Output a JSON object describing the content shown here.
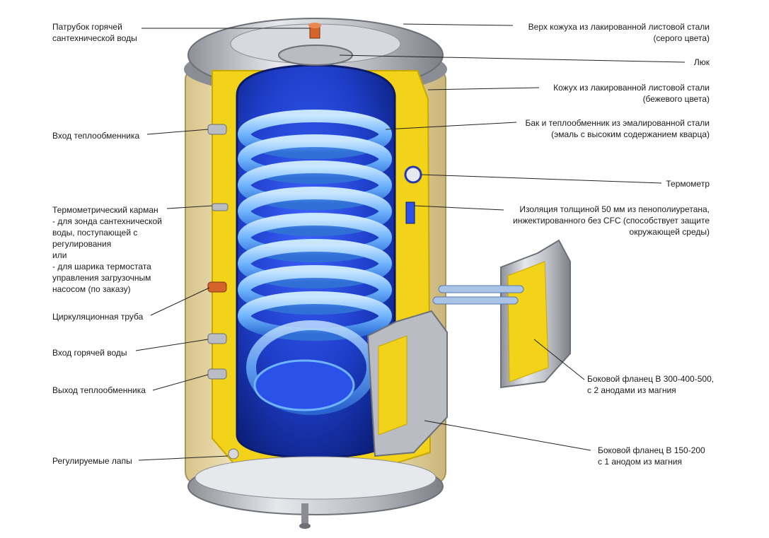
{
  "labels": {
    "hot_water_outlet": "Патрубок горячей\nсантехнической воды",
    "top_cover": "Верх кожуха из лакированной листовой стали\n(серого цвета)",
    "hatch": "Люк",
    "casing": "Кожух из лакированной листовой стали\n(бежевого цвета)",
    "tank": "Бак и теплообменник из эмалированной стали\n(эмаль с высоким содержанием кварца)",
    "thermometer": "Термометр",
    "insulation": "Изоляция толщиной 50 мм из пенополиуретана,\nинжектированного без CFC (способствует защите\nокружающей среды)",
    "hx_inlet": "Вход теплообменника",
    "thermo_pocket": "Термометрический карман\n- для зонда сантехнической\n  воды, поступающей с\n  регулирования\nили\n- для шарика термостата\n  управления загрузочным\n  насосом (по заказу)",
    "circulation_pipe": "Циркуляционная труба",
    "hot_water_inlet": "Вход горячей воды",
    "hx_outlet": "Выход теплообменника",
    "side_flange_large": "Боковой фланец B 300-400-500,\nс 2 анодами из магния",
    "side_flange_small": "Боковой фланец B 150-200\nс 1 анодом из магния",
    "feet": "Регулируемые лапы"
  },
  "colors": {
    "casing": "#efe3b8",
    "insulation": "#f2d31a",
    "tank": "#1e3ec8",
    "coil": "#6fb4ff",
    "metal": "#b9bcc2"
  }
}
